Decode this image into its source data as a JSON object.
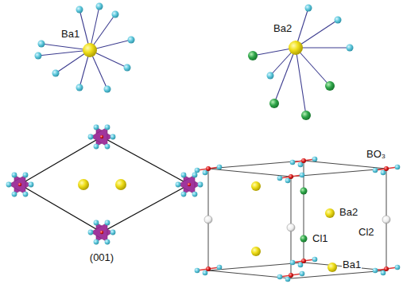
{
  "diagram": {
    "labels": [
      "Ba1",
      "Ba2",
      "(001)",
      "BO₃",
      "Ba2",
      "Cl1",
      "Cl2",
      "Ba1"
    ]
  }
}
